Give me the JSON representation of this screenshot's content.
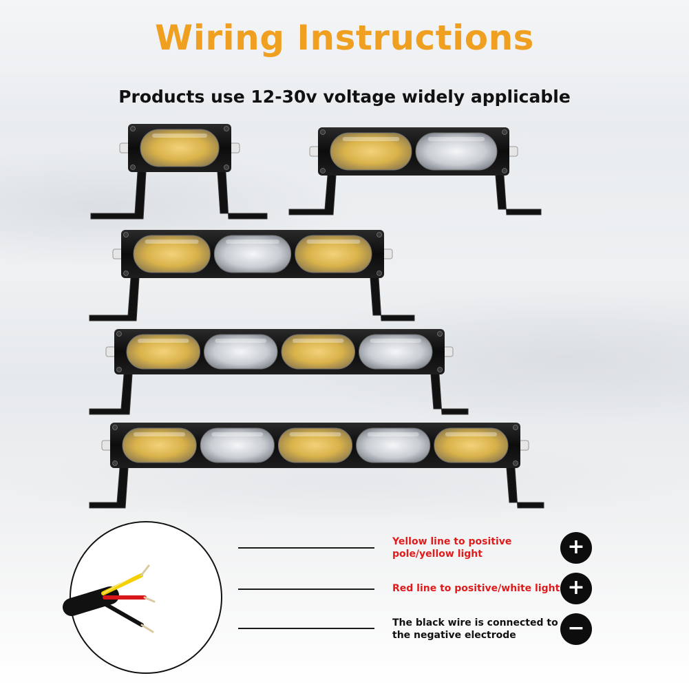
{
  "title": "Wiring Instructions",
  "subtitle": "Products use 12-30v voltage widely applicable",
  "colors": {
    "title": "#f0a020",
    "red_label": "#e01b1b",
    "black_label": "#111111",
    "yellow_wire": "#f5d000",
    "red_wire": "#d81818",
    "black_wire": "#111111"
  },
  "light_bars": [
    {
      "lenses": 1
    },
    {
      "lenses": 2
    },
    {
      "lenses": 3
    },
    {
      "lenses": 4
    },
    {
      "lenses": 5
    }
  ],
  "wiring": [
    {
      "label": "Yellow line to positive pole/yellow light",
      "color_key": "red_label",
      "sign": "+",
      "icon": "plus-icon"
    },
    {
      "label": "Red line to positive/white light",
      "color_key": "red_label",
      "sign": "+",
      "icon": "plus-icon"
    },
    {
      "label": "The black wire is connected to the negative electrode",
      "color_key": "black_label",
      "sign": "−",
      "icon": "minus-icon"
    }
  ]
}
